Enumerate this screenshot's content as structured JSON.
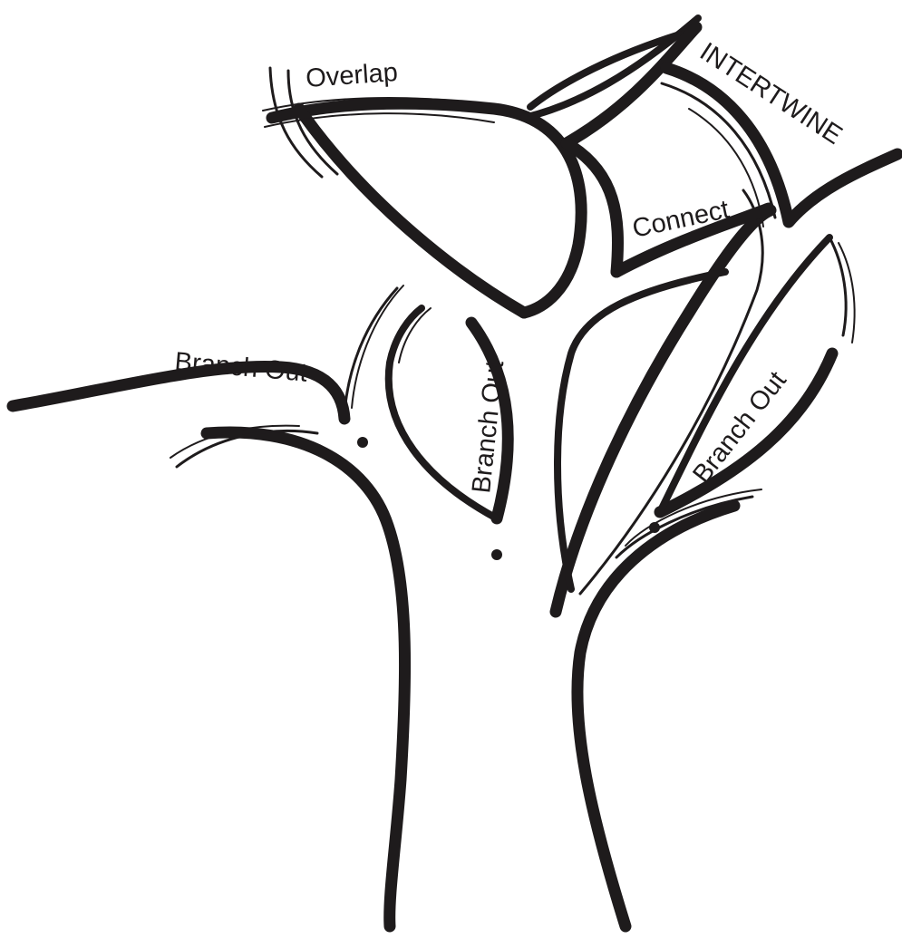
{
  "labels": {
    "overlap": "Overlap",
    "intertwine": "INTERTWINE",
    "connect": "Connect",
    "branch_out_left": "Branch Out",
    "branch_out_center": "Branch Out",
    "branch_out_right": "Branch Out"
  },
  "colors": {
    "ink": "#1e1b1c",
    "paper": "#ffffff"
  }
}
